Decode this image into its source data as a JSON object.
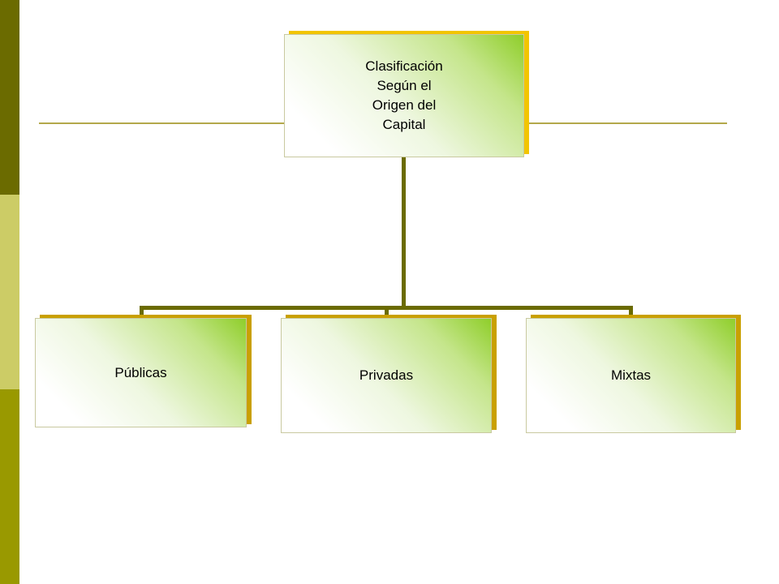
{
  "diagram": {
    "root": {
      "lines": [
        "Clasificación",
        "Según el",
        "Origen del",
        "Capital"
      ]
    },
    "children": [
      {
        "label": "Públicas"
      },
      {
        "label": "Privadas"
      },
      {
        "label": "Mixtas"
      }
    ]
  },
  "colors": {
    "band_top": "#6b6b00",
    "band_middle": "#cccc66",
    "band_bottom": "#999900",
    "connector": "#6b6b00",
    "root_shadow": "#f2c500",
    "leaf_shadow": "#c9a000",
    "gradient_accent": "#8fce2a"
  }
}
